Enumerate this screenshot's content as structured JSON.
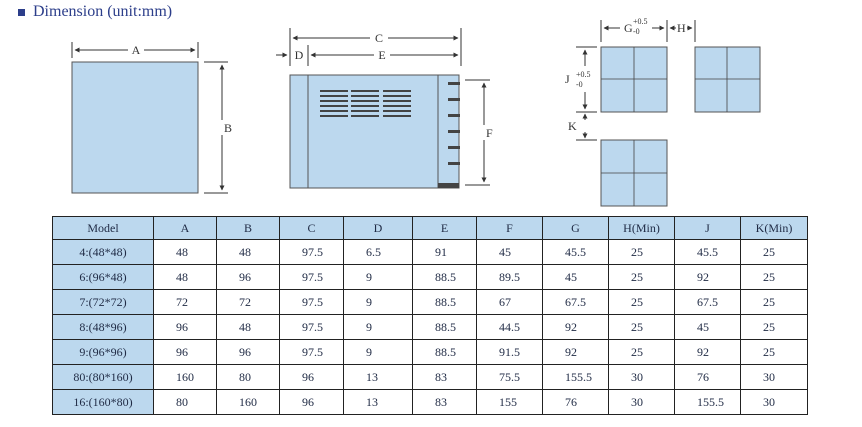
{
  "title": "Dimension (unit:mm)",
  "colors": {
    "panel": "#bcd8ee",
    "stroke": "#444444",
    "text": "#2c3e8a"
  },
  "figure": {
    "front_labels": {
      "width": "A",
      "height": "B"
    },
    "side_labels": {
      "total": "C",
      "bezel": "D",
      "body": "E",
      "height": "F"
    },
    "cutout_labels": {
      "g": "G",
      "g_tol_plus": "+0.5",
      "g_tol_minus": "-0",
      "h": "H",
      "j": "J",
      "j_tol_plus": "+0.5",
      "j_tol_minus": "-0",
      "k": "K"
    }
  },
  "table": {
    "headers": [
      "Model",
      "A",
      "B",
      "C",
      "D",
      "E",
      "F",
      "G",
      "H(Min)",
      "J",
      "K(Min)"
    ],
    "rows": [
      [
        "4:(48*48)",
        "48",
        "48",
        "97.5",
        "6.5",
        "91",
        "45",
        "45.5",
        "25",
        "45.5",
        "25"
      ],
      [
        "6:(96*48)",
        "48",
        "96",
        "97.5",
        "9",
        "88.5",
        "89.5",
        "45",
        "25",
        "92",
        "25"
      ],
      [
        "7:(72*72)",
        "72",
        "72",
        "97.5",
        "9",
        "88.5",
        "67",
        "67.5",
        "25",
        "67.5",
        "25"
      ],
      [
        "8:(48*96)",
        "96",
        "48",
        "97.5",
        "9",
        "88.5",
        "44.5",
        "92",
        "25",
        "45",
        "25"
      ],
      [
        "9:(96*96)",
        "96",
        "96",
        "97.5",
        "9",
        "88.5",
        "91.5",
        "92",
        "25",
        "92",
        "25"
      ],
      [
        "80:(80*160)",
        "160",
        "80",
        "96",
        "13",
        "83",
        "75.5",
        "155.5",
        "30",
        "76",
        "30"
      ],
      [
        "16:(160*80)",
        "80",
        "160",
        "96",
        "13",
        "83",
        "155",
        "76",
        "30",
        "155.5",
        "30"
      ]
    ]
  }
}
